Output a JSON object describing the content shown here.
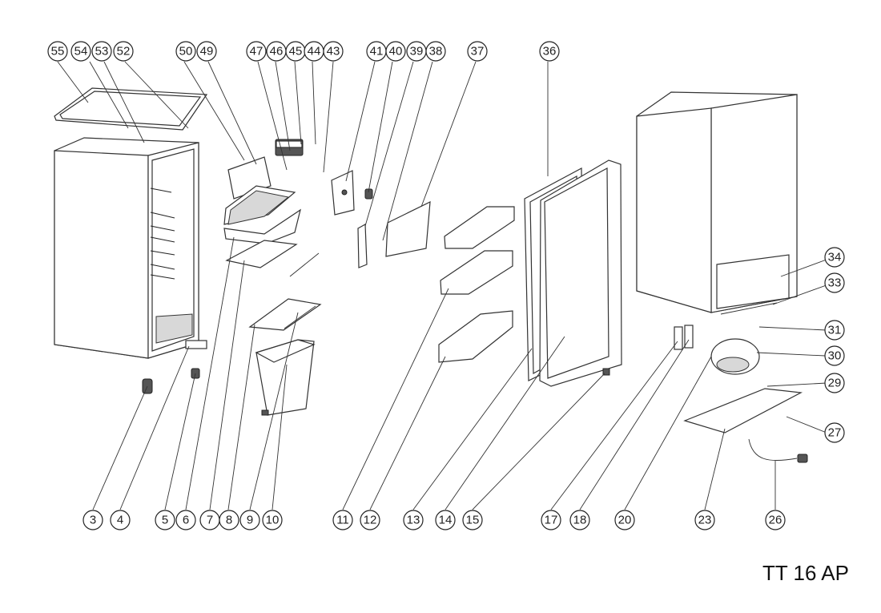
{
  "model": "TT 16 AP",
  "top_callouts": [
    "55",
    "54",
    "53",
    "52",
    "50",
    "49",
    "47",
    "46",
    "45",
    "44",
    "43",
    "41",
    "40",
    "39",
    "38",
    "37",
    "36"
  ],
  "bottom_callouts": [
    "3",
    "4",
    "5",
    "6",
    "7",
    "8",
    "9",
    "10",
    "11",
    "12",
    "13",
    "14",
    "15",
    "17",
    "18",
    "20",
    "23",
    "26"
  ],
  "right_callouts": [
    "34",
    "33",
    "31",
    "30",
    "29",
    "27"
  ]
}
